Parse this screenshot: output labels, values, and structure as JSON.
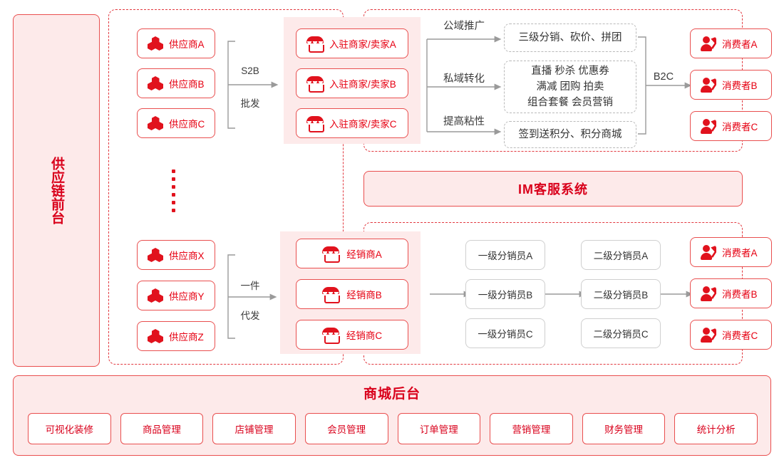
{
  "left_panel": {
    "label": "供应链前台",
    "chars": [
      "供",
      "应",
      "链",
      "前",
      "台"
    ]
  },
  "upper": {
    "suppliers": [
      {
        "icon": "supplier-hex-icon",
        "label": "供应商A"
      },
      {
        "icon": "supplier-hex-icon",
        "label": "供应商B"
      },
      {
        "icon": "supplier-hex-icon",
        "label": "供应商C"
      }
    ],
    "connector": {
      "line1": "S2B",
      "line2": "批发"
    },
    "merchants": [
      {
        "icon": "shop-icon",
        "label": "入驻商家/卖家A"
      },
      {
        "icon": "shop-icon",
        "label": "入驻商家/卖家B"
      },
      {
        "icon": "shop-icon",
        "label": "入驻商家/卖家C"
      }
    ],
    "channel_labels": [
      "公域推广",
      "私域转化",
      "提高粘性"
    ],
    "feature_boxes": [
      {
        "lines": [
          "三级分销、砍价、拼团"
        ]
      },
      {
        "lines": [
          "直播 秒杀 优惠券",
          "满减 团购 拍卖",
          "组合套餐 会员营销"
        ]
      },
      {
        "lines": [
          "签到送积分、积分商城"
        ]
      }
    ],
    "b2c_label": "B2C",
    "consumers": [
      {
        "icon": "consumer-person-icon",
        "label": "消费者A"
      },
      {
        "icon": "consumer-person-icon",
        "label": "消费者B"
      },
      {
        "icon": "consumer-person-icon",
        "label": "消费者C"
      }
    ]
  },
  "im_bar": {
    "label": "IM客服系统"
  },
  "lower": {
    "suppliers": [
      {
        "icon": "supplier-hex-icon",
        "label": "供应商X"
      },
      {
        "icon": "supplier-hex-icon",
        "label": "供应商Y"
      },
      {
        "icon": "supplier-hex-icon",
        "label": "供应商Z"
      }
    ],
    "connector": {
      "line1": "一件",
      "line2": "代发"
    },
    "dealers": [
      {
        "icon": "shop-icon",
        "label": "经销商A"
      },
      {
        "icon": "shop-icon",
        "label": "经销商B"
      },
      {
        "icon": "shop-icon",
        "label": "经销商C"
      }
    ],
    "level1": [
      {
        "label": "一级分销员A"
      },
      {
        "label": "一级分销员B"
      },
      {
        "label": "一级分销员C"
      }
    ],
    "level2": [
      {
        "label": "二级分销员A"
      },
      {
        "label": "二级分销员B"
      },
      {
        "label": "二级分销员C"
      }
    ],
    "consumers": [
      {
        "icon": "consumer-person-icon",
        "label": "消费者A"
      },
      {
        "icon": "consumer-person-icon",
        "label": "消费者B"
      },
      {
        "icon": "consumer-person-icon",
        "label": "消费者C"
      }
    ]
  },
  "backend": {
    "title": "商城后台",
    "modules": [
      {
        "label": "可视化装修"
      },
      {
        "label": "商品管理"
      },
      {
        "label": "店铺管理"
      },
      {
        "label": "会员管理"
      },
      {
        "label": "订单管理"
      },
      {
        "label": "营销管理"
      },
      {
        "label": "财务管理"
      },
      {
        "label": "统计分析"
      }
    ]
  },
  "colors": {
    "brand_red": "#e1121d",
    "title_red": "#d9001b",
    "panel_pink": "#fdeaea",
    "border_red": "#e94f4f",
    "gray_border": "#cfcfcf",
    "dash_gray": "#b9b9b9",
    "line_gray": "#8c8c8c"
  }
}
